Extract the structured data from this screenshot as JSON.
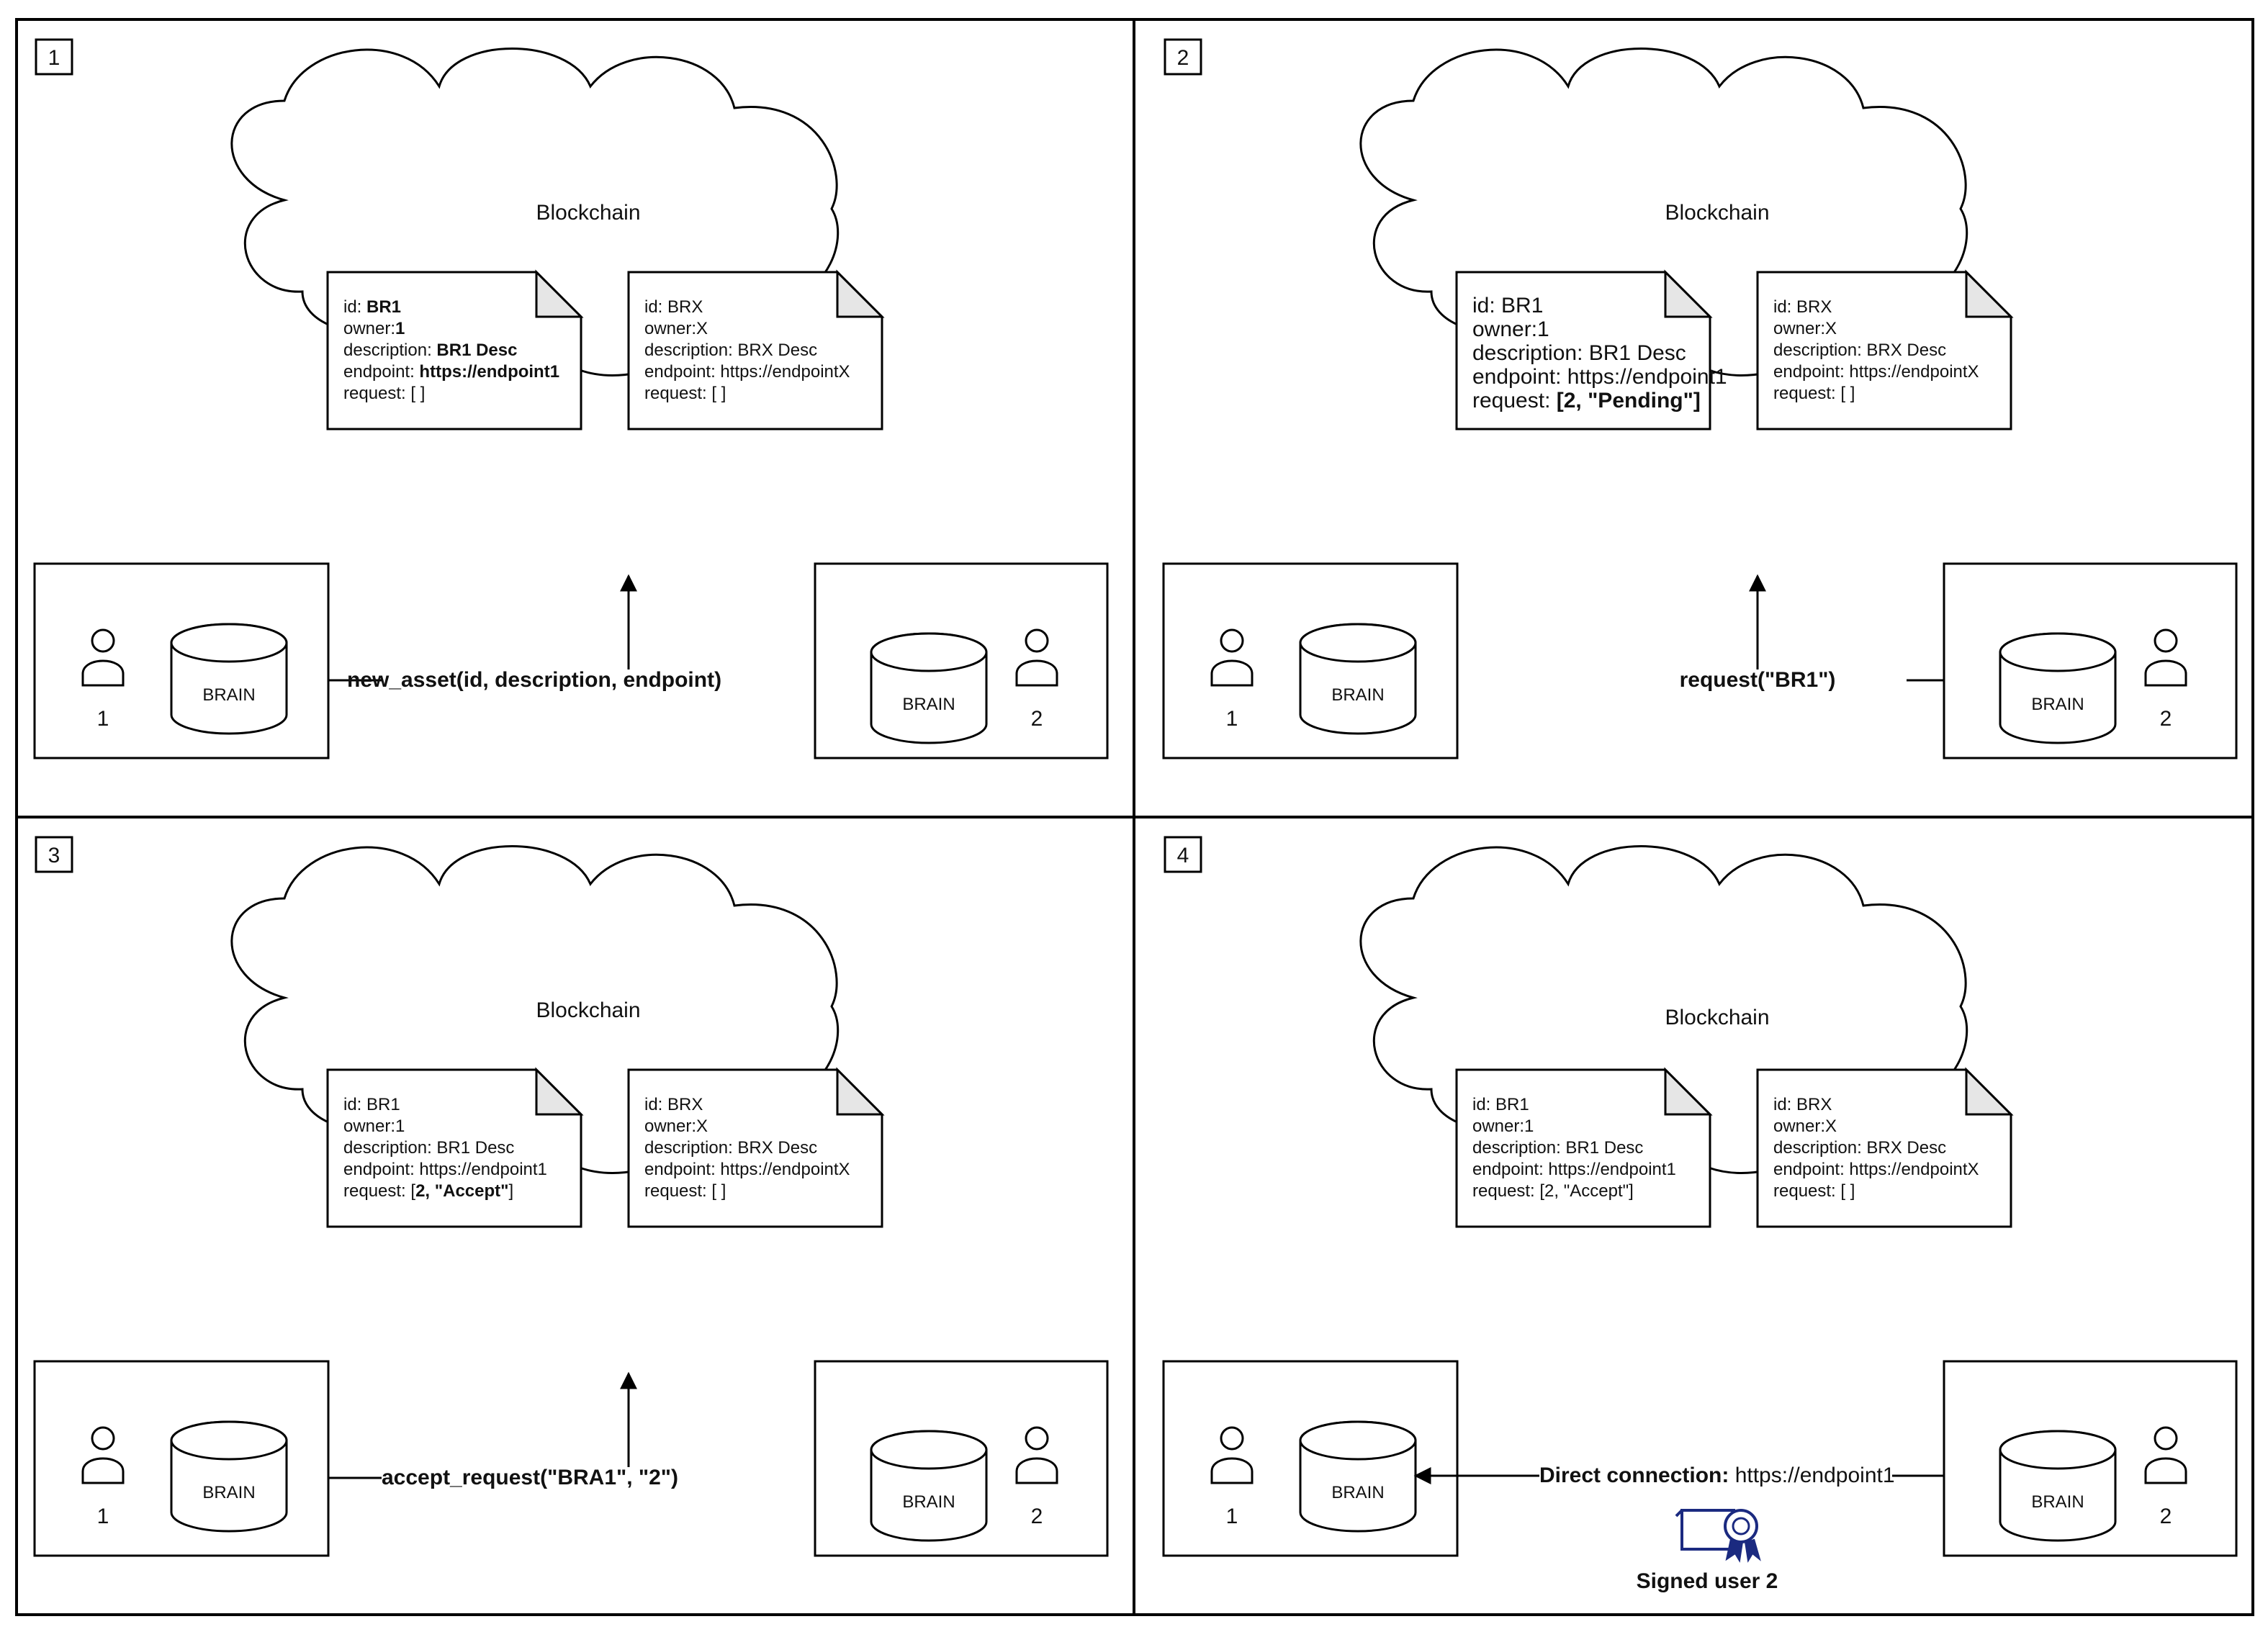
{
  "panels": [
    {
      "number": "1",
      "cloud_label": "Blockchain",
      "doc1": [
        [
          {
            "t": "id: "
          },
          {
            "t": "BR1",
            "b": true
          }
        ],
        [
          {
            "t": "owner:"
          },
          {
            "t": "1",
            "b": true
          }
        ],
        [
          {
            "t": "description: "
          },
          {
            "t": "BR1 Desc",
            "b": true
          }
        ],
        [
          {
            "t": "endpoint: "
          },
          {
            "t": "https://endpoint1",
            "b": true
          }
        ],
        [
          {
            "t": "request: [ ]"
          }
        ]
      ],
      "doc2": [
        [
          {
            "t": "id: BRX"
          }
        ],
        [
          {
            "t": "owner:X"
          }
        ],
        [
          {
            "t": "description: BRX Desc"
          }
        ],
        [
          {
            "t": "endpoint: https://endpointX"
          }
        ],
        [
          {
            "t": "request: [ ]"
          }
        ]
      ],
      "user_left": "1",
      "user_right": "2",
      "db_left": "BRAIN",
      "db_right": "BRAIN",
      "action": [
        {
          "t": "new_asset(id, description, endpoint)",
          "b": true
        }
      ]
    },
    {
      "number": "2",
      "cloud_label": "Blockchain",
      "doc1": [
        [
          {
            "t": "id: BR1"
          }
        ],
        [
          {
            "t": "owner:1"
          }
        ],
        [
          {
            "t": "description: BR1 Desc"
          }
        ],
        [
          {
            "t": "endpoint: https://endpoint1"
          }
        ],
        [
          {
            "t": "request: "
          },
          {
            "t": "[2, \"Pending\"]",
            "b": true
          }
        ]
      ],
      "doc2": [
        [
          {
            "t": "id: BRX"
          }
        ],
        [
          {
            "t": "owner:X"
          }
        ],
        [
          {
            "t": "description: BRX Desc"
          }
        ],
        [
          {
            "t": "endpoint: https://endpointX"
          }
        ],
        [
          {
            "t": "request: [ ]"
          }
        ]
      ],
      "user_left": "1",
      "user_right": "2",
      "db_left": "BRAIN",
      "db_right": "BRAIN",
      "action": [
        {
          "t": "request(\"BR1\")",
          "b": true
        }
      ]
    },
    {
      "number": "3",
      "cloud_label": "Blockchain",
      "doc1": [
        [
          {
            "t": "id: BR1"
          }
        ],
        [
          {
            "t": "owner:1"
          }
        ],
        [
          {
            "t": "description: BR1 Desc"
          }
        ],
        [
          {
            "t": "endpoint: https://endpoint1"
          }
        ],
        [
          {
            "t": "request: ["
          },
          {
            "t": "2, \"Accept\"",
            "b": true
          },
          {
            "t": "]"
          }
        ]
      ],
      "doc2": [
        [
          {
            "t": "id: BRX"
          }
        ],
        [
          {
            "t": "owner:X"
          }
        ],
        [
          {
            "t": "description: BRX Desc"
          }
        ],
        [
          {
            "t": "endpoint: https://endpointX"
          }
        ],
        [
          {
            "t": "request: [ ]"
          }
        ]
      ],
      "user_left": "1",
      "user_right": "2",
      "db_left": "BRAIN",
      "db_right": "BRAIN",
      "action": [
        {
          "t": "accept_request(\"BRA1\", \"2\")",
          "b": true
        }
      ]
    },
    {
      "number": "4",
      "cloud_label": "Blockchain",
      "doc1": [
        [
          {
            "t": "id: BR1"
          }
        ],
        [
          {
            "t": "owner:1"
          }
        ],
        [
          {
            "t": "description: BR1 Desc"
          }
        ],
        [
          {
            "t": "endpoint: https://endpoint1"
          }
        ],
        [
          {
            "t": "request: [2, \"Accept\"]"
          }
        ]
      ],
      "doc2": [
        [
          {
            "t": "id: BRX"
          }
        ],
        [
          {
            "t": "owner:X"
          }
        ],
        [
          {
            "t": "description: BRX Desc"
          }
        ],
        [
          {
            "t": "endpoint: https://endpointX"
          }
        ],
        [
          {
            "t": "request: [ ]"
          }
        ]
      ],
      "user_left": "1",
      "user_right": "2",
      "db_left": "BRAIN",
      "db_right": "BRAIN",
      "action": [
        {
          "t": "Direct connection: ",
          "b": true
        },
        {
          "t": "https://endpoint1"
        }
      ],
      "certificate_label": "Signed user 2",
      "certificate_icon": "certificate-icon"
    }
  ],
  "colors": {
    "stroke": "#000000",
    "fold": "#e6e6e6",
    "certificate": "#1b2a80"
  }
}
